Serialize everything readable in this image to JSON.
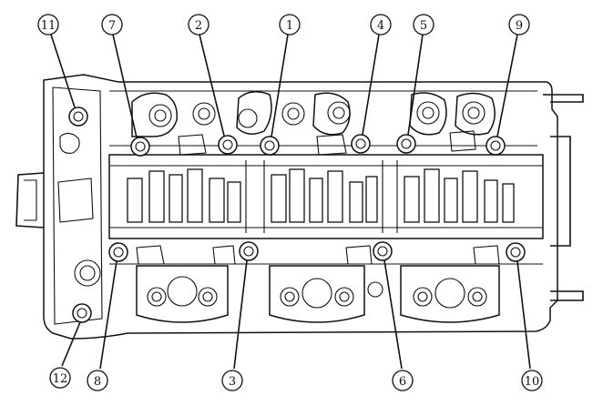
{
  "diagram": {
    "subject": "cylinder-head-bolt-sequence",
    "callouts": [
      {
        "id": "11",
        "label": "⑪"
      },
      {
        "id": "7",
        "label": "⑦"
      },
      {
        "id": "2",
        "label": "②"
      },
      {
        "id": "1",
        "label": "①"
      },
      {
        "id": "4",
        "label": "④"
      },
      {
        "id": "5",
        "label": "⑤"
      },
      {
        "id": "9",
        "label": "⑨"
      },
      {
        "id": "12",
        "label": "⑫"
      },
      {
        "id": "8",
        "label": "⑧"
      },
      {
        "id": "3",
        "label": "③"
      },
      {
        "id": "6",
        "label": "⑥"
      },
      {
        "id": "10",
        "label": "⑩"
      }
    ]
  }
}
